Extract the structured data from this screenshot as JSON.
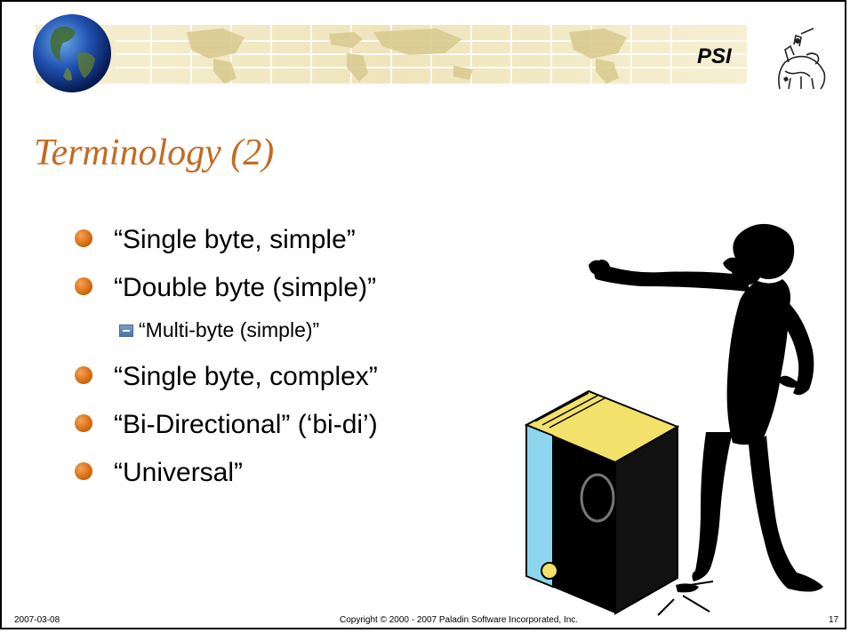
{
  "header": {
    "logo_text": "PSI"
  },
  "slide": {
    "title": "Terminology (2)",
    "bullets": [
      "“Single byte, simple”",
      "“Double byte (simple)”",
      "“Single byte, complex”",
      "“Bi-Directional” (‘bi-di’)",
      "“Universal”"
    ],
    "sub_bullets": [
      "“Multi-byte (simple)”"
    ]
  },
  "footer": {
    "date": "2007-03-08",
    "copyright": "Copyright © 2000 - 2007 Paladin Software Incorporated, Inc.",
    "page_number": "17"
  },
  "colors": {
    "title": "#c26b21",
    "bullet": "#d86f12",
    "banner": "#efe4bb"
  },
  "icons": [
    "globe-icon",
    "knight-logo-icon",
    "bullet-dot-icon",
    "sub-bullet-square-icon"
  ]
}
